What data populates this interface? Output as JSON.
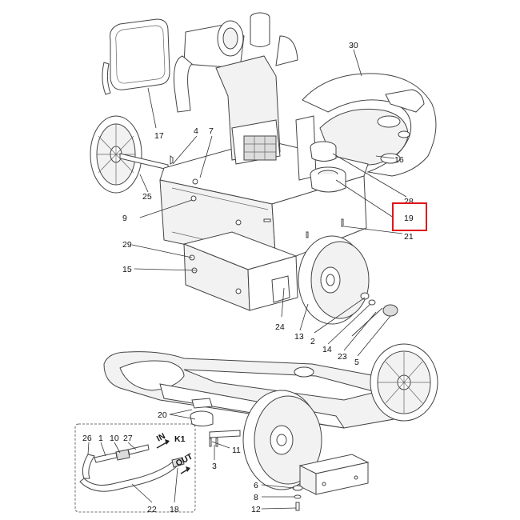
{
  "highlight_color": "#e0151b",
  "labels": {
    "n1": "1",
    "n2": "2",
    "n3": "3",
    "n4": "4",
    "n5": "5",
    "n6": "6",
    "n7": "7",
    "n8": "8",
    "n9": "9",
    "n10": "10",
    "n11": "11",
    "n12": "12",
    "n13": "13",
    "n14": "14",
    "n15": "15",
    "n16": "16",
    "n17": "17",
    "n18": "18",
    "n19": "19",
    "n20": "20",
    "n21": "21",
    "n22": "22",
    "n23": "23",
    "n24": "24",
    "n25": "25",
    "n26": "26",
    "n27": "27",
    "n28": "28",
    "n29": "29",
    "n30": "30",
    "k1": "K1",
    "in": "IN",
    "out": "OUT"
  },
  "highlighted_part": "19"
}
